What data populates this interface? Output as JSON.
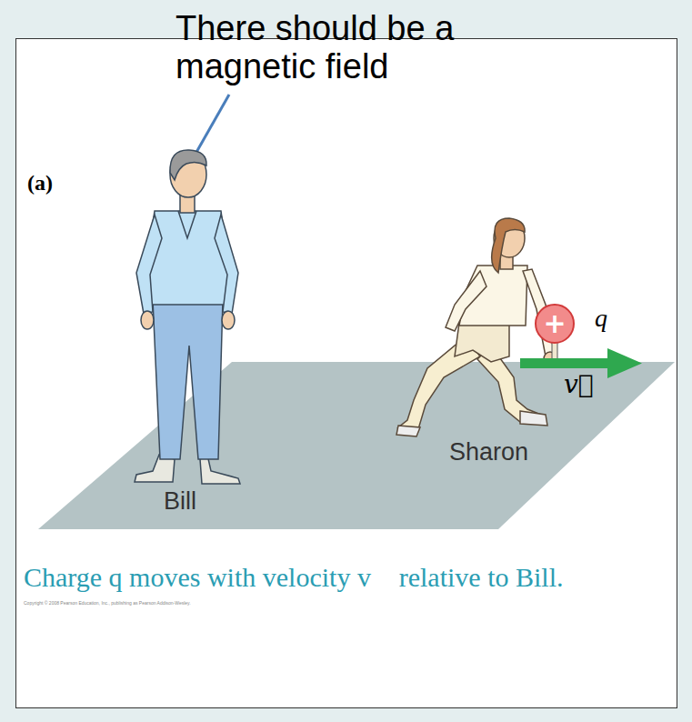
{
  "diagram": {
    "caption": "Charge q moves with velocity v⃗ relative to Bill.",
    "nodes": [
      {
        "text": [
          "+"
        ]
      }
    ],
    "labels": [
      "There should be a magnetic field",
      "(a)",
      "q",
      "v⃗",
      "Sharon",
      "Bill",
      "Copyright © 2008 Pearson Education, Inc., publishing as Pearson Addison-Wesley."
    ]
  }
}
